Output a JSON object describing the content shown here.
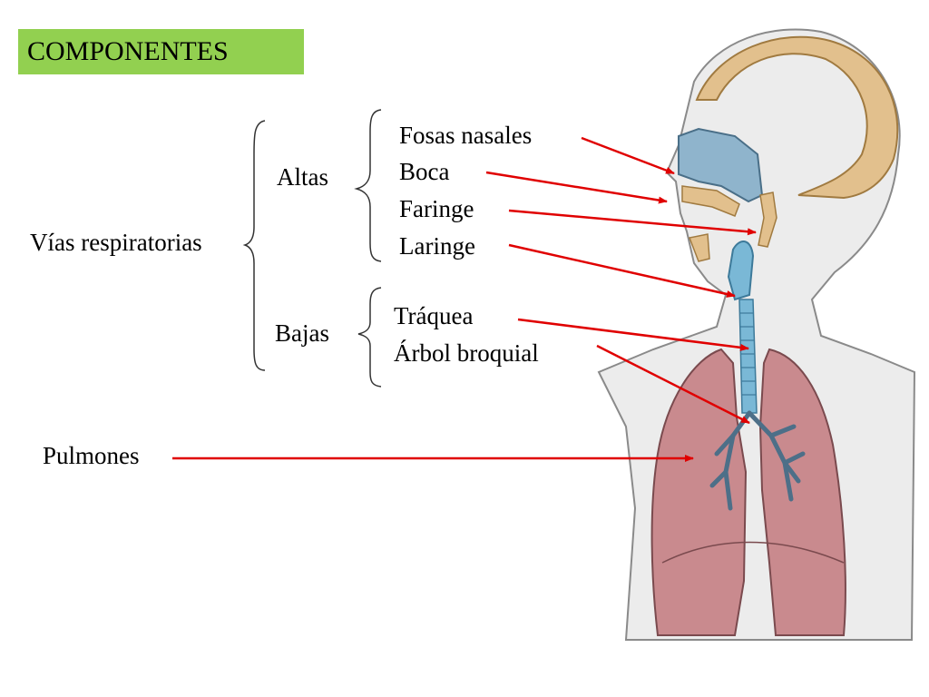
{
  "title": "COMPONENTES",
  "vias": {
    "label": "Vías respiratorias",
    "altas": {
      "label": "Altas",
      "items": [
        "Fosas nasales",
        "Boca",
        "Faringe",
        "Laringe"
      ]
    },
    "bajas": {
      "label": "Bajas",
      "items": [
        "Tráquea",
        "Árbol broquial"
      ]
    }
  },
  "pulmones": "Pulmones",
  "colors": {
    "title_bg": "#92d050",
    "arrow": "#e00000",
    "lung": "#c98a8e",
    "airway": "#7ab8d6",
    "bone": "#e2c08d",
    "skin": "#e8e8e8",
    "outline": "#555555"
  }
}
